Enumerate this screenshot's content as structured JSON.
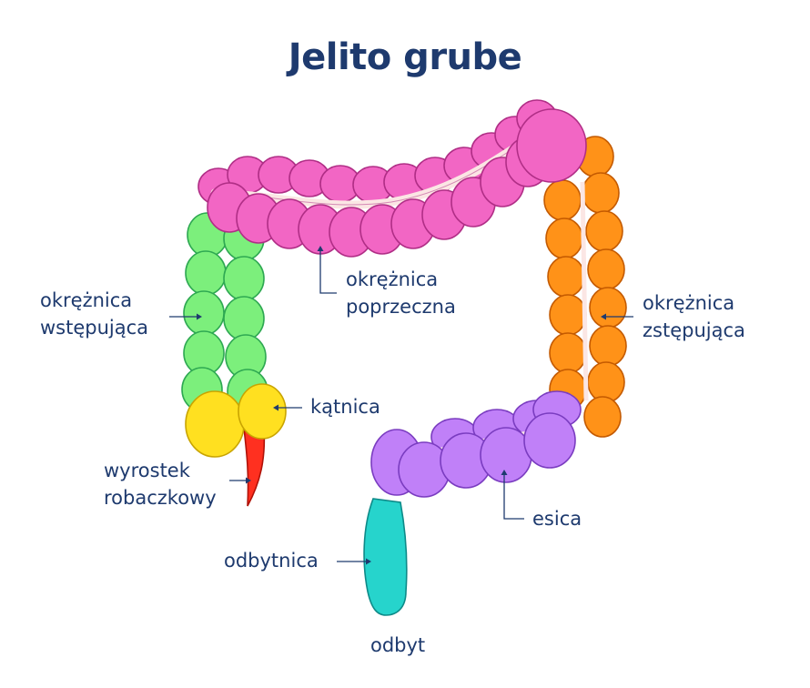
{
  "title": "Jelito grube",
  "colors": {
    "text": "#1e3a6e",
    "transverse": "#f266c4",
    "transverse_dark": "#b02e86",
    "ascending": "#7cef7c",
    "ascending_dark": "#2ea852",
    "descending": "#ff9218",
    "descending_dark": "#c45a00",
    "sigmoid": "#c080f8",
    "sigmoid_dark": "#7a3cc0",
    "rectum": "#26d4cc",
    "rectum_dark": "#0d8a88",
    "cecum": "#ffe020",
    "cecum_dark": "#c9a400",
    "appendix": "#ff3020",
    "appendix_dark": "#b01208",
    "inner_fold": "#fbe6e4"
  },
  "labels": {
    "transverse": {
      "line1": "okrężnica",
      "line2": "poprzeczna"
    },
    "ascending": {
      "line1": "okrężnica",
      "line2": "wstępująca"
    },
    "descending": {
      "line1": "okrężnica",
      "line2": "zstępująca"
    },
    "cecum": "kątnica",
    "appendix": {
      "line1": "wyrostek",
      "line2": "robaczkowy"
    },
    "sigmoid": "esica",
    "rectum": "odbytnica",
    "anus": "odbyt"
  }
}
